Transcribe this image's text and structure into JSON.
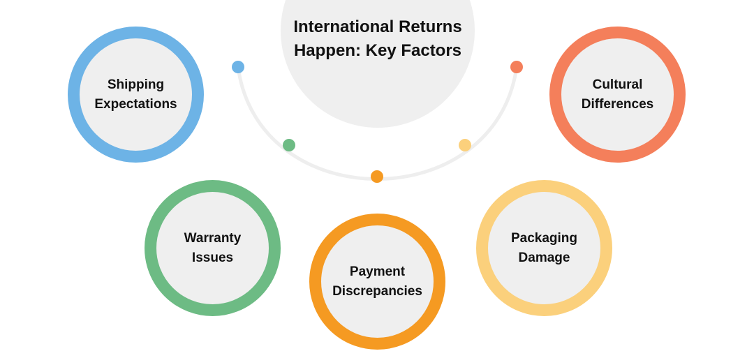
{
  "title": "International Returns Happen: Key Factors",
  "factors": [
    {
      "label": "Shipping\nExpectations",
      "color": "#6db3e6"
    },
    {
      "label": "Cultural\nDifferences",
      "color": "#f47f5b"
    },
    {
      "label": "Warranty\nIssues",
      "color": "#6dbb84"
    },
    {
      "label": "Payment\nDiscrepancies",
      "color": "#f59a22"
    },
    {
      "label": "Packaging\nDamage",
      "color": "#fbd07c"
    }
  ],
  "connector": {
    "arc_color": "#eeeeee",
    "dot_colors": [
      "#6db3e6",
      "#6dbb84",
      "#f59a22",
      "#fbd07c",
      "#f47f5b"
    ]
  }
}
